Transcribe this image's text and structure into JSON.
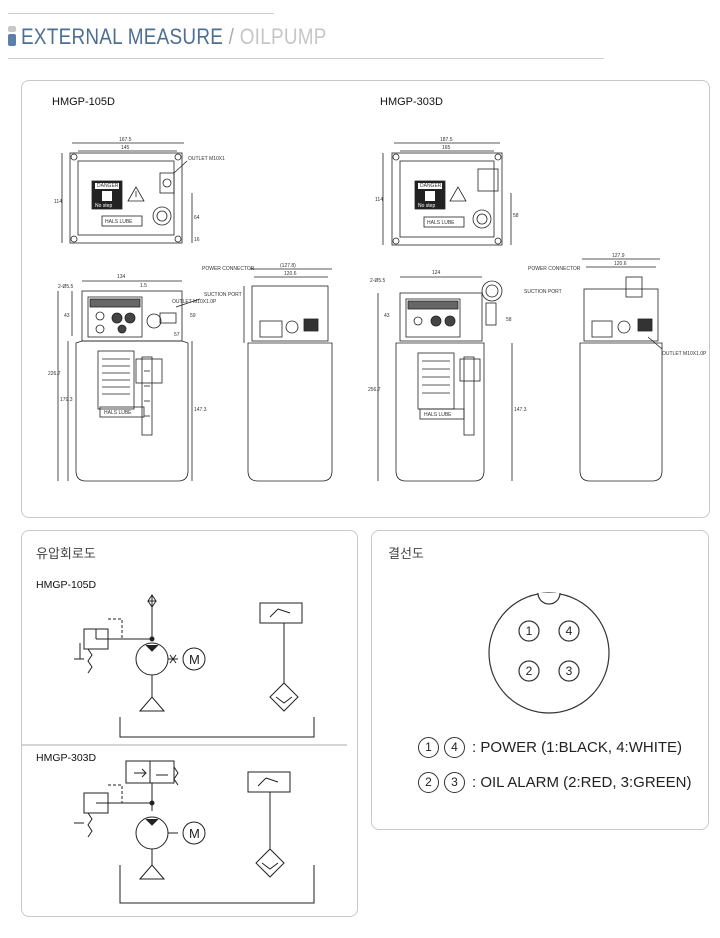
{
  "header": {
    "title_main": "EXTERNAL MEASURE",
    "title_sep": "/",
    "title_sub": "OILPUMP"
  },
  "external": {
    "left_model": "HMGP-105D",
    "right_model": "HMGP-303D",
    "dims_105": {
      "w1": "167.5",
      "w2": "145",
      "h1": "114",
      "h2": "64",
      "h3": "16",
      "w3": "134",
      "w4": "1.5",
      "d1": "(127.8)",
      "d2": "120.6",
      "v1": "43",
      "v2": "57",
      "v3": "226.7",
      "v4": "179.3",
      "v5": "147.3",
      "v6": "2-Ø5.5",
      "v7": "59"
    },
    "dims_303": {
      "w1": "187.5",
      "w2": "165",
      "h1": "114",
      "h2": "58",
      "w3": "124",
      "d1": "127.9",
      "d2": "120.6",
      "v1": "43",
      "v3": "256.7",
      "v5": "147.3",
      "v6": "2-Ø5.5",
      "v7": "58"
    },
    "callouts_105": {
      "outlet_top": "OUTLET M10X1",
      "power": "POWER CONNECTOR",
      "suction": "SUCTION PORT",
      "outlet": "OUTLET M10X1.0P"
    },
    "callouts_303": {
      "power": "POWER CONNECTOR",
      "suction": "SUCTION PORT",
      "outlet": "OUTLET M10X1.0P"
    },
    "plate_texts": {
      "danger": "DANGER",
      "no_step": "No step",
      "brand": "HALS LUBE"
    }
  },
  "hydraulic": {
    "title": "유압회로도",
    "model_a": "HMGP-105D",
    "model_b": "HMGP-303D",
    "motor": "M"
  },
  "wiring": {
    "title": "결선도",
    "pins": [
      "1",
      "4",
      "2",
      "3"
    ],
    "legend": [
      {
        "a": "1",
        "b": "4",
        "text": ": POWER (1:BLACK, 4:WHITE)"
      },
      {
        "a": "2",
        "b": "3",
        "text": ": OIL ALARM (2:RED, 3:GREEN)"
      }
    ]
  }
}
